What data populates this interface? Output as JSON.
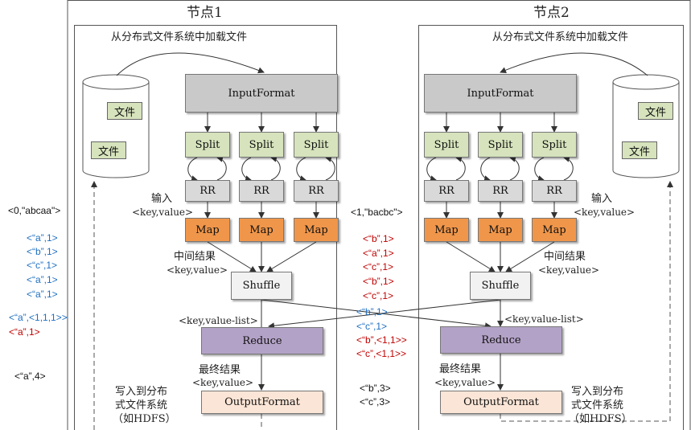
{
  "colors": {
    "input_format": "#c9c9c9",
    "split": "#d6e3bc",
    "rr": "#d9d9d9",
    "map": "#f0964a",
    "shuffle": "#f2f2f2",
    "reduce": "#b3a2c7",
    "output_format": "#fbe5d6",
    "file_box": "#d6e3bc",
    "kv_blue": "#1f6fc0",
    "kv_red": "#c00000"
  },
  "node1": {
    "title": "节点1",
    "load_label": "从分布式文件系统中加载文件",
    "file_a": "文件",
    "file_b": "文件",
    "input_format": "InputFormat",
    "splits": [
      "Split",
      "Split",
      "Split"
    ],
    "rrs": [
      "RR",
      "RR",
      "RR"
    ],
    "maps": [
      "Map",
      "Map",
      "Map"
    ],
    "input_label": "输入",
    "input_kv": "<key,value>",
    "mid_label": "中间结果",
    "mid_kv": "<key,value>",
    "shuffle": "Shuffle",
    "kvlist_label": "<key,value-list>",
    "reduce": "Reduce",
    "final_label": "最终结果",
    "final_kv": "<key,value>",
    "output_format": "OutputFormat",
    "write_label": [
      "写入到分布",
      "式文件系统",
      "（如HDFS）"
    ]
  },
  "node2": {
    "title": "节点2",
    "load_label": "从分布式文件系统中加载文件",
    "file_a": "文件",
    "file_b": "文件",
    "input_format": "InputFormat",
    "splits": [
      "Split",
      "Split",
      "Split"
    ],
    "rrs": [
      "RR",
      "RR",
      "RR"
    ],
    "maps": [
      "Map",
      "Map",
      "Map"
    ],
    "input_label": "输入",
    "input_kv": "<key,value>",
    "mid_label": "中间结果",
    "mid_kv": "<key,value>",
    "shuffle": "Shuffle",
    "kvlist_label": "<key,value-list>",
    "reduce": "Reduce",
    "final_label": "最终结果",
    "final_kv": "<key,value>",
    "output_format": "OutputFormat",
    "write_label": [
      "写入到分布",
      "式文件系统",
      "（如HDFS）"
    ]
  },
  "annotations": {
    "left_input": "<0,\"abcaa\">",
    "left_map_output": [
      "<“a”,1>",
      "<“b”,1>",
      "<“c”,1>",
      "<“a”,1>",
      "<“a”,1>"
    ],
    "left_reduce_input_blue": "<“a”,<1,1,1>>",
    "left_reduce_input_red": "<“a”,1>",
    "left_result": "<“a”,4>",
    "mid_input": "<1,\"bacbc\">",
    "mid_map_output": [
      "<“b”,1>",
      "<“a”,1>",
      "<“c”,1>",
      "<“b”,1>",
      "<“c”,1>"
    ],
    "mid_reduce_input_blue": [
      "<“b”,1>",
      "<“c”,1>"
    ],
    "mid_reduce_input_red": [
      "<“b”,<1,1>>",
      "<“c”,<1,1>>"
    ],
    "mid_result": [
      "<“b”,3>",
      "<“c”,3>"
    ]
  }
}
